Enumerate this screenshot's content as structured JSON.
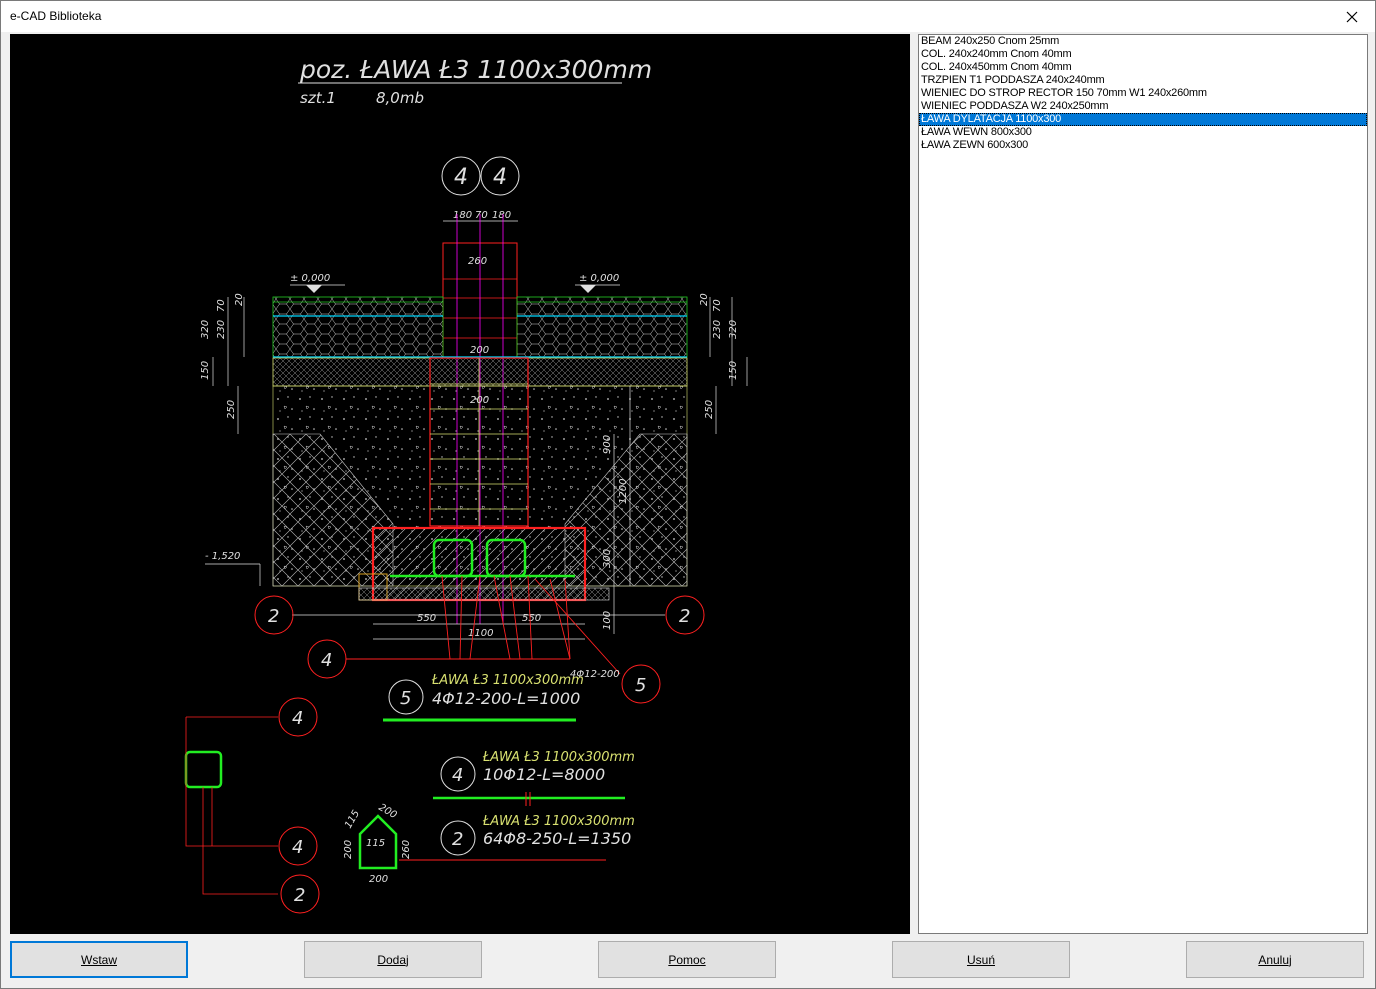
{
  "window": {
    "title": "e-CAD Biblioteka"
  },
  "icons": {
    "close": "close-icon"
  },
  "list": {
    "items": [
      "BEAM 240x250 Cnom 25mm",
      "COL. 240x240mm Cnom 40mm",
      "COL. 240x450mm Cnom 40mm",
      "TRZPIEN T1 PODDASZA 240x240mm",
      "WIENIEC DO STROP RECTOR 150 70mm W1 240x260mm",
      "WIENIEC PODDASZA W2 240x250mm",
      "ŁAWA DYLATACJA 1100x300",
      "ŁAWA WEWN 800x300",
      "ŁAWA ZEWN 600x300"
    ],
    "selected_index": 6
  },
  "drawing": {
    "title": "poz. ŁAWA Ł3 1100x300mm",
    "subtitle_qty": "szt.1",
    "subtitle_len": "8,0mb",
    "level_top_left": "± 0,000",
    "level_top_right": "± 0,000",
    "level_bottom": "- 1,520",
    "dim_180a": "180",
    "dim_70": "70",
    "dim_180b": "180",
    "dim_260a": "260",
    "dim_200a": "200",
    "dim_200b": "200",
    "dim_320l": "320",
    "dim_230l": "230",
    "dim_70l": "70",
    "dim_20l": "20",
    "dim_150l": "150",
    "dim_250l": "250",
    "dim_320r": "320",
    "dim_230r": "230",
    "dim_70r": "70",
    "dim_20r": "20",
    "dim_150r": "150",
    "dim_250r": "250",
    "dim_900": "900",
    "dim_1200": "1200",
    "dim_300": "300",
    "dim_100": "100",
    "dim_550a": "550",
    "dim_550b": "550",
    "dim_1100": "1100",
    "rebar_side_label": "4Φ12-200",
    "mark_2": "2",
    "mark_4": "4",
    "mark_5": "5",
    "detail5_title": "ŁAWA Ł3 1100x300mm",
    "detail5_spec": "4Φ12-200-L=1000",
    "detail4_title": "ŁAWA Ł3 1100x300mm",
    "detail4_spec": "10Φ12-L=8000",
    "detail2_title": "ŁAWA Ł3 1100x300mm",
    "detail2_spec": "64Φ8-250-L=1350",
    "stirrup_dim_115a": "115",
    "stirrup_dim_200a": "200",
    "stirrup_dim_115b": "115",
    "stirrup_dim_200b": "200",
    "stirrup_dim_260": "260",
    "stirrup_dim_200c": "200"
  },
  "buttons": {
    "insert": "Wstaw",
    "add": "Dodaj",
    "help": "Pomoc",
    "delete": "Usuń",
    "cancel": "Anuluj"
  },
  "colors": {
    "cad_background": "#000000",
    "cad_red": "#ff2020",
    "cad_green": "#22ee22",
    "cad_yellow": "#d8e070",
    "cad_white": "#e0e0e0",
    "cad_cyan": "#00d8ff",
    "cad_magenta": "#ff00ff",
    "selection": "#0078d7"
  }
}
